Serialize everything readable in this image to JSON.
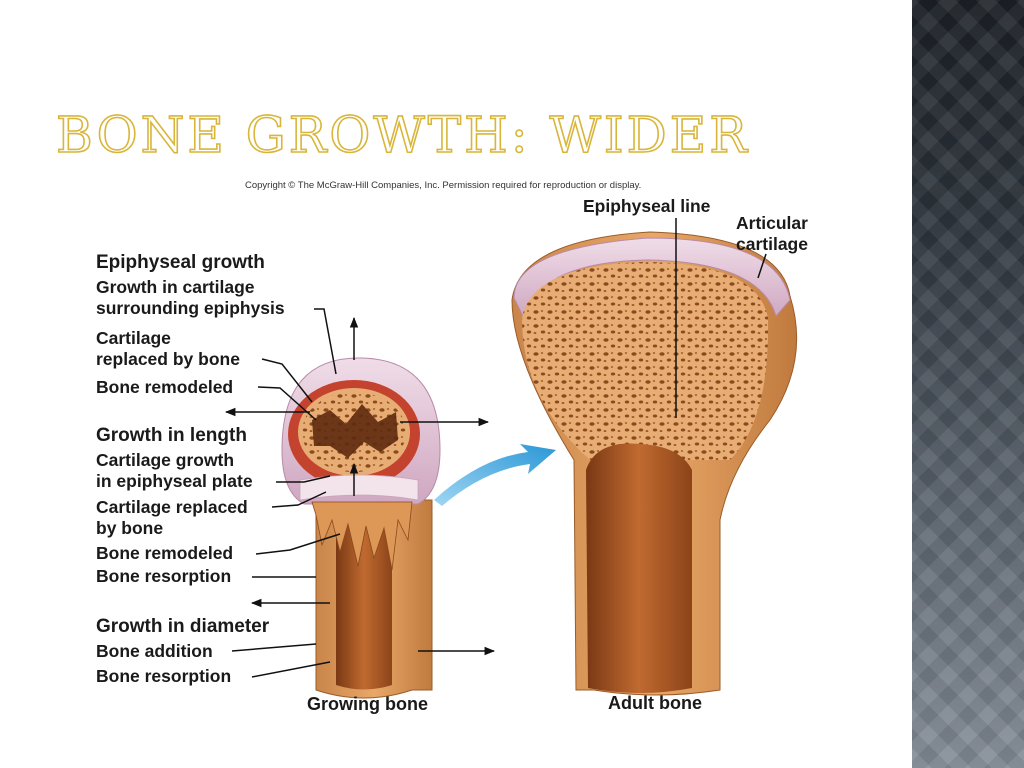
{
  "slide": {
    "title": "BONE GROWTH: WIDER",
    "copyright": "Copyright © The McGraw-Hill Companies, Inc. Permission required for reproduction or display."
  },
  "diagram": {
    "left_labels": {
      "epiphyseal_growth": "Epiphyseal growth",
      "growth_in_cartilage_line1": "Growth in cartilage",
      "growth_in_cartilage_line2": "surrounding epiphysis",
      "cartilage_replaced_line1": "Cartilage",
      "cartilage_replaced_line2": "replaced by bone",
      "bone_remodeled_1": "Bone remodeled",
      "growth_in_length": "Growth in length",
      "cartilage_growth_line1": "Cartilage growth",
      "cartilage_growth_line2": "in epiphyseal plate",
      "cartilage_replaced_plate_line1": "Cartilage replaced",
      "cartilage_replaced_plate_line2": "by bone",
      "bone_remodeled_2": "Bone remodeled",
      "bone_resorption_1": "Bone resorption",
      "growth_in_diameter": "Growth in diameter",
      "bone_addition": "Bone addition",
      "bone_resorption_2": "Bone resorption"
    },
    "right_labels": {
      "epiphyseal_line": "Epiphyseal line",
      "articular_cartilage_line1": "Articular",
      "articular_cartilage_line2": "cartilage"
    },
    "captions": {
      "growing_bone": "Growing bone",
      "adult_bone": "Adult bone"
    },
    "colors": {
      "bone": "#dd9858",
      "spongy_bone": "#e7ad74",
      "marrow": "#5e2a10",
      "cartilage": "#e6c9da",
      "red_zone": "#c4432f",
      "arrow_blue": "#35a5dd"
    }
  }
}
